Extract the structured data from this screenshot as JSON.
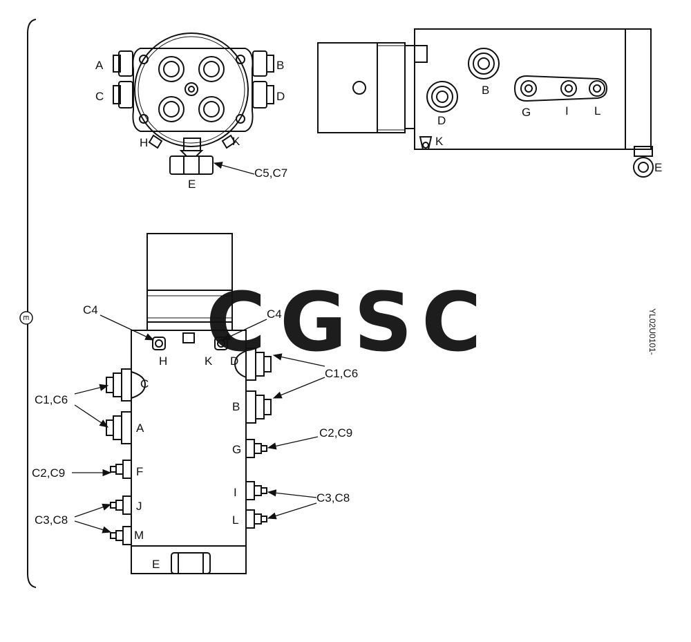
{
  "figure_id": "YL02U0101-",
  "section_marker": "E",
  "watermark": {
    "letters": [
      "C",
      "G",
      "S",
      "C"
    ],
    "colors": [
      "#5b9cf2",
      "#f07c78",
      "#f8d566",
      "#74c29e"
    ]
  },
  "front_view": {
    "port_labels": [
      "A",
      "B",
      "C",
      "D",
      "H",
      "K",
      "E"
    ],
    "callout": "C5,C7"
  },
  "side_view": {
    "port_labels": [
      "B",
      "D",
      "G",
      "I",
      "L",
      "K",
      "E"
    ]
  },
  "plan_view": {
    "top_callouts": [
      "C4",
      "C4"
    ],
    "top_ports": [
      "H",
      "K"
    ],
    "left_ports": [
      "C",
      "A",
      "F",
      "J",
      "M"
    ],
    "right_ports": [
      "D",
      "B",
      "G",
      "I",
      "L"
    ],
    "bottom_port": "E",
    "left_callouts": [
      "C1,C6",
      "C2,C9",
      "C3,C8"
    ],
    "right_callouts": [
      "C1,C6",
      "C2,C9",
      "C3,C8"
    ]
  }
}
